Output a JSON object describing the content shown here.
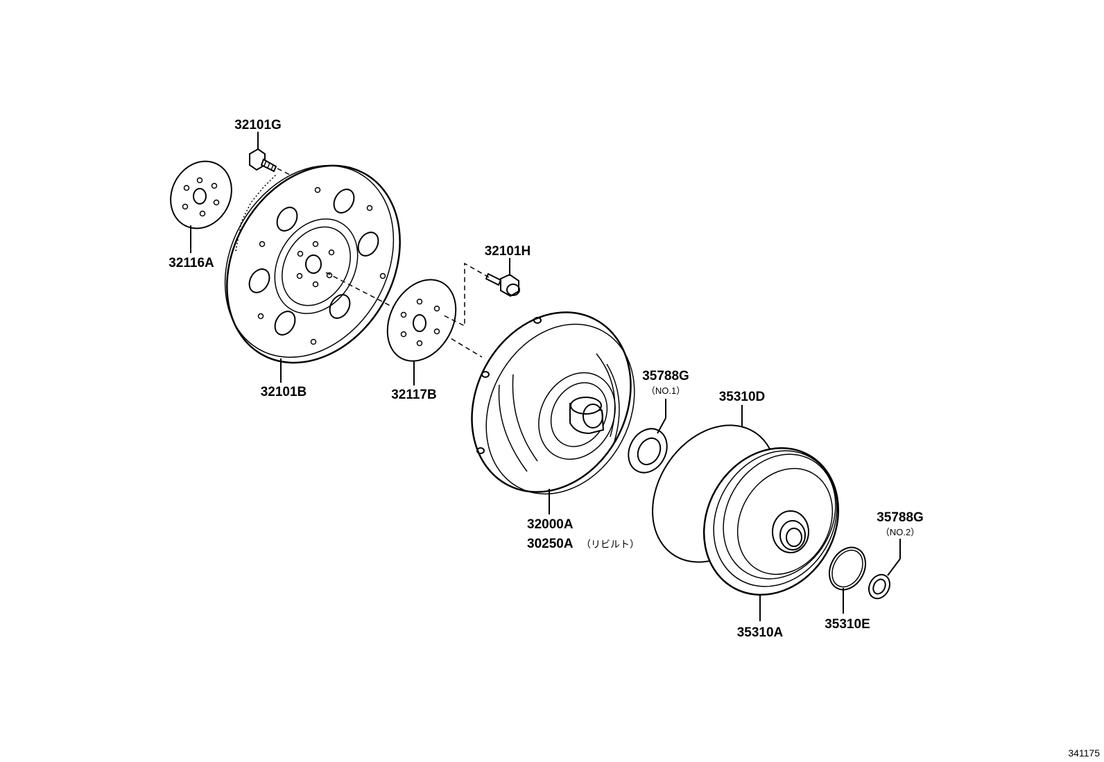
{
  "parts": {
    "bolt_32101G": "32101G",
    "drive_plate_32101B": "32101B",
    "spacer_32116A": "32116A",
    "bolt_32101H": "32101H",
    "plate_32117B": "32117B",
    "converter_32000A": "32000A",
    "converter_rebuilt_30250A": "30250A",
    "rebuilt_note": "（リビルト）",
    "seal_35788G_no1": "35788G",
    "seal_no1_note": "（NO.1）",
    "oring_35310D": "35310D",
    "pump_35310A": "35310A",
    "oring_35310E": "35310E",
    "seal_35788G_no2": "35788G",
    "seal_no2_note": "（NO.2）"
  },
  "diagram_id": "341175"
}
